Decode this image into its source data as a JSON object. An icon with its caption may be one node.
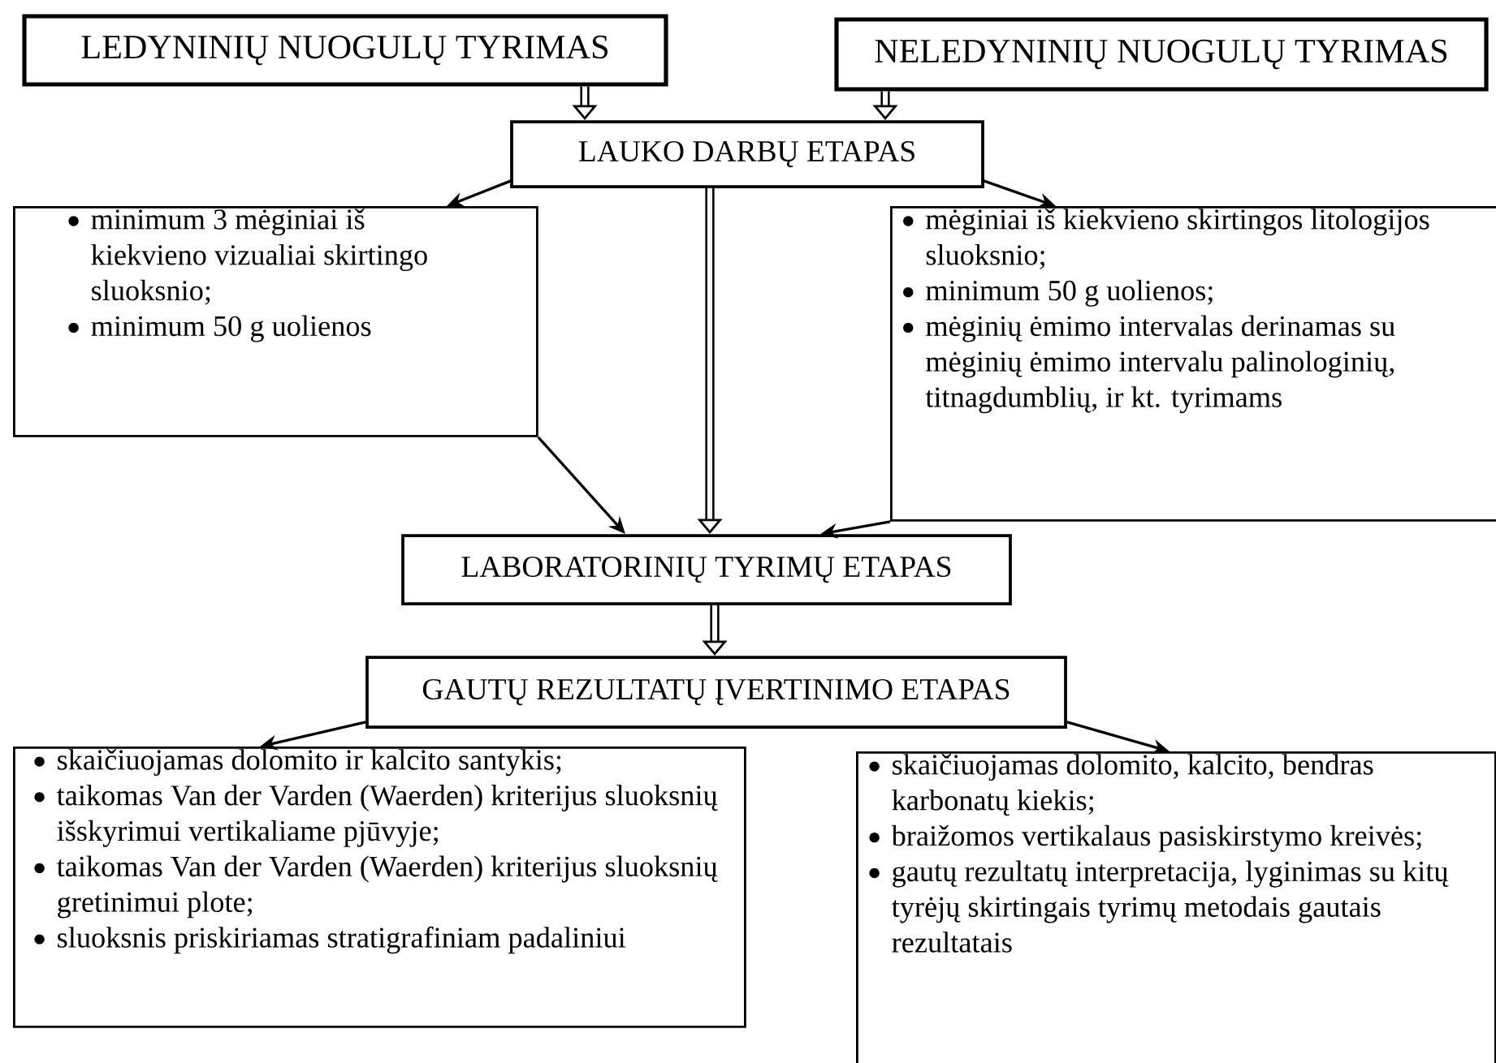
{
  "diagram": {
    "nodes": [
      {
        "text": [
          "LEDYNINIŲ NUOGULŲ TYRIMAS"
        ]
      },
      {
        "text": [
          "NELEDYNINIŲ NUOGULŲ TYRIMAS"
        ]
      },
      {
        "text": [
          "LAUKO DARBŲ ETAPAS"
        ]
      },
      {
        "text": [
          "minimum 3 mėginiai iš kiekvieno vizualiai skirtingo sluoksnio;",
          "minimum 50 g uolienos"
        ]
      },
      {
        "text": [
          "mėginiai iš kiekvieno skirtingos litologijos sluoksnio;",
          "minimum 50 g uolienos;",
          "mėginių ėmimo intervalas derinamas su mėginių ėmimo intervalu palinologinių, titnagdumblių, ir kt. tyrimams"
        ]
      },
      {
        "text": [
          "LABORATORINIŲ TYRIMŲ ETAPAS"
        ]
      },
      {
        "text": [
          "GAUTŲ REZULTATŲ ĮVERTINIMO ETAPAS"
        ]
      },
      {
        "text": [
          "skaičiuojamas dolomito ir kalcito santykis;",
          "taikomas Van der Varden (Waerden) kriterijus sluoksnių išskyrimui vertikaliame pjūvyje;",
          "taikomas Van der Varden (Waerden) kriterijus sluoksnių gretinimui plote;",
          "sluoksnis priskiriamas stratigrafiniam padaliniui"
        ]
      },
      {
        "text": [
          "skaičiuojamas dolomito, kalcito, bendras karbonatų kiekis;",
          "braižomos vertikalaus pasiskirstymo kreivės;",
          "gautų rezultatų interpretacija, lyginimas su kitų tyrėjų skirtingais tyrimų metodais gautais rezultatais"
        ]
      }
    ],
    "edges": [
      {
        "from": 0,
        "to": 2,
        "arrow": "to",
        "style": "thick"
      },
      {
        "from": 1,
        "to": 2,
        "arrow": "to",
        "style": "thick"
      },
      {
        "from": 2,
        "to": 3,
        "arrow": "to"
      },
      {
        "from": 2,
        "to": 4,
        "arrow": "to"
      },
      {
        "from": 2,
        "to": 5,
        "arrow": "to",
        "style": "thick"
      },
      {
        "from": 3,
        "to": 5,
        "arrow": "to"
      },
      {
        "from": 4,
        "to": 5,
        "arrow": "to"
      },
      {
        "from": 5,
        "to": 6,
        "arrow": "to",
        "style": "thick"
      },
      {
        "from": 6,
        "to": 7,
        "arrow": "to"
      },
      {
        "from": 6,
        "to": 8,
        "arrow": "to"
      }
    ]
  }
}
